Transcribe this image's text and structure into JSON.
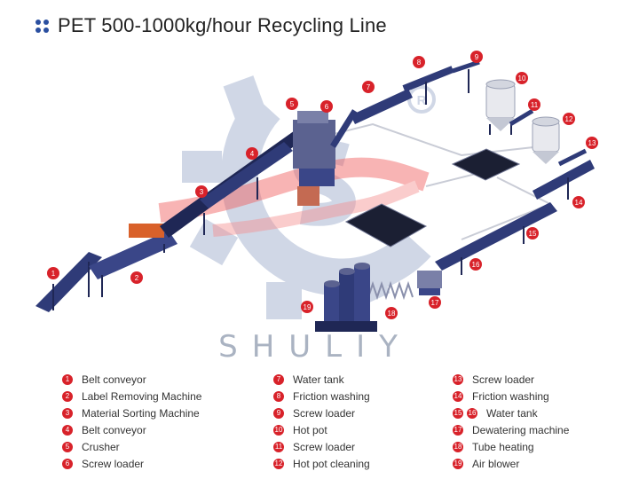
{
  "title": "PET 500-1000kg/hour Recycling Line",
  "brand": "SHULIY",
  "colors": {
    "machine": "#2f3b78",
    "machine_dark": "#1f2755",
    "badge": "#d8222a",
    "watermark": "#cbd3e4",
    "flow": "#f05a5a"
  },
  "legend": {
    "col1": [
      {
        "n": "1",
        "label": "Belt conveyor"
      },
      {
        "n": "2",
        "label": "Label Removing Machine"
      },
      {
        "n": "3",
        "label": "Material Sorting Machine"
      },
      {
        "n": "4",
        "label": "Belt conveyor"
      },
      {
        "n": "5",
        "label": "Crusher"
      },
      {
        "n": "6",
        "label": "Screw loader"
      }
    ],
    "col2": [
      {
        "n": "7",
        "label": "Water tank"
      },
      {
        "n": "8",
        "label": "Friction washing"
      },
      {
        "n": "9",
        "label": "Screw loader"
      },
      {
        "n": "10",
        "label": "Hot pot"
      },
      {
        "n": "11",
        "label": "Screw loader"
      },
      {
        "n": "12",
        "label": "Hot pot cleaning"
      }
    ],
    "col3": [
      {
        "n": "13",
        "label": "Screw loader"
      },
      {
        "n": "14",
        "label": "Friction washing"
      },
      {
        "n": "15",
        "n2": "16",
        "label": "Water tank"
      },
      {
        "n": "17",
        "label": "Dewatering machine"
      },
      {
        "n": "18",
        "label": "Tube heating"
      },
      {
        "n": "19",
        "label": "Air blower"
      }
    ]
  },
  "diagram_markers": [
    "1",
    "2",
    "3",
    "4",
    "5",
    "6",
    "7",
    "8",
    "9",
    "10",
    "11",
    "12",
    "13",
    "14",
    "15",
    "16",
    "17",
    "18",
    "19"
  ]
}
